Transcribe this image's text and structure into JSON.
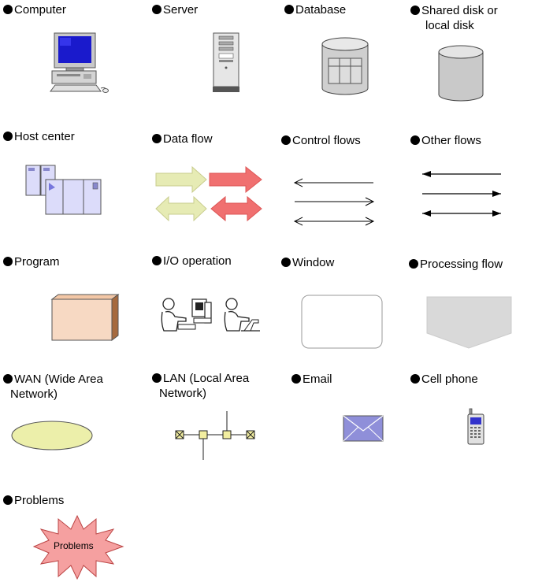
{
  "legend": {
    "computer": "Computer",
    "server": "Server",
    "database": "Database",
    "shared_disk_line1": "Shared disk or",
    "shared_disk_line2": "local disk",
    "host_center": "Host center",
    "data_flow": "Data flow",
    "control_flows": "Control flows",
    "other_flows": "Other flows",
    "program": "Program",
    "io_operation": "I/O operation",
    "window": "Window",
    "processing_flow": "Processing flow",
    "wan_line1": "WAN (Wide Area",
    "wan_line2": "Network)",
    "lan_line1": "LAN (Local Area",
    "lan_line2": "Network)",
    "email": "Email",
    "cell_phone": "Cell phone",
    "problems": "Problems",
    "problems_shape_text": "Problems"
  },
  "colors": {
    "bullet": "#000000",
    "data_flow_light": "#e6ebb4",
    "data_flow_red": "#f07070",
    "program_box": "#f7d9c3",
    "program_side": "#a66a3e",
    "processing_flow": "#d9d9d9",
    "wan": "#ecefaa",
    "lan_node": "#f2eea0",
    "email": "#8f8fd9",
    "problems_star": "#f5a0a0",
    "host_center": "#dcdcfa",
    "database": "#cfcfcf"
  }
}
